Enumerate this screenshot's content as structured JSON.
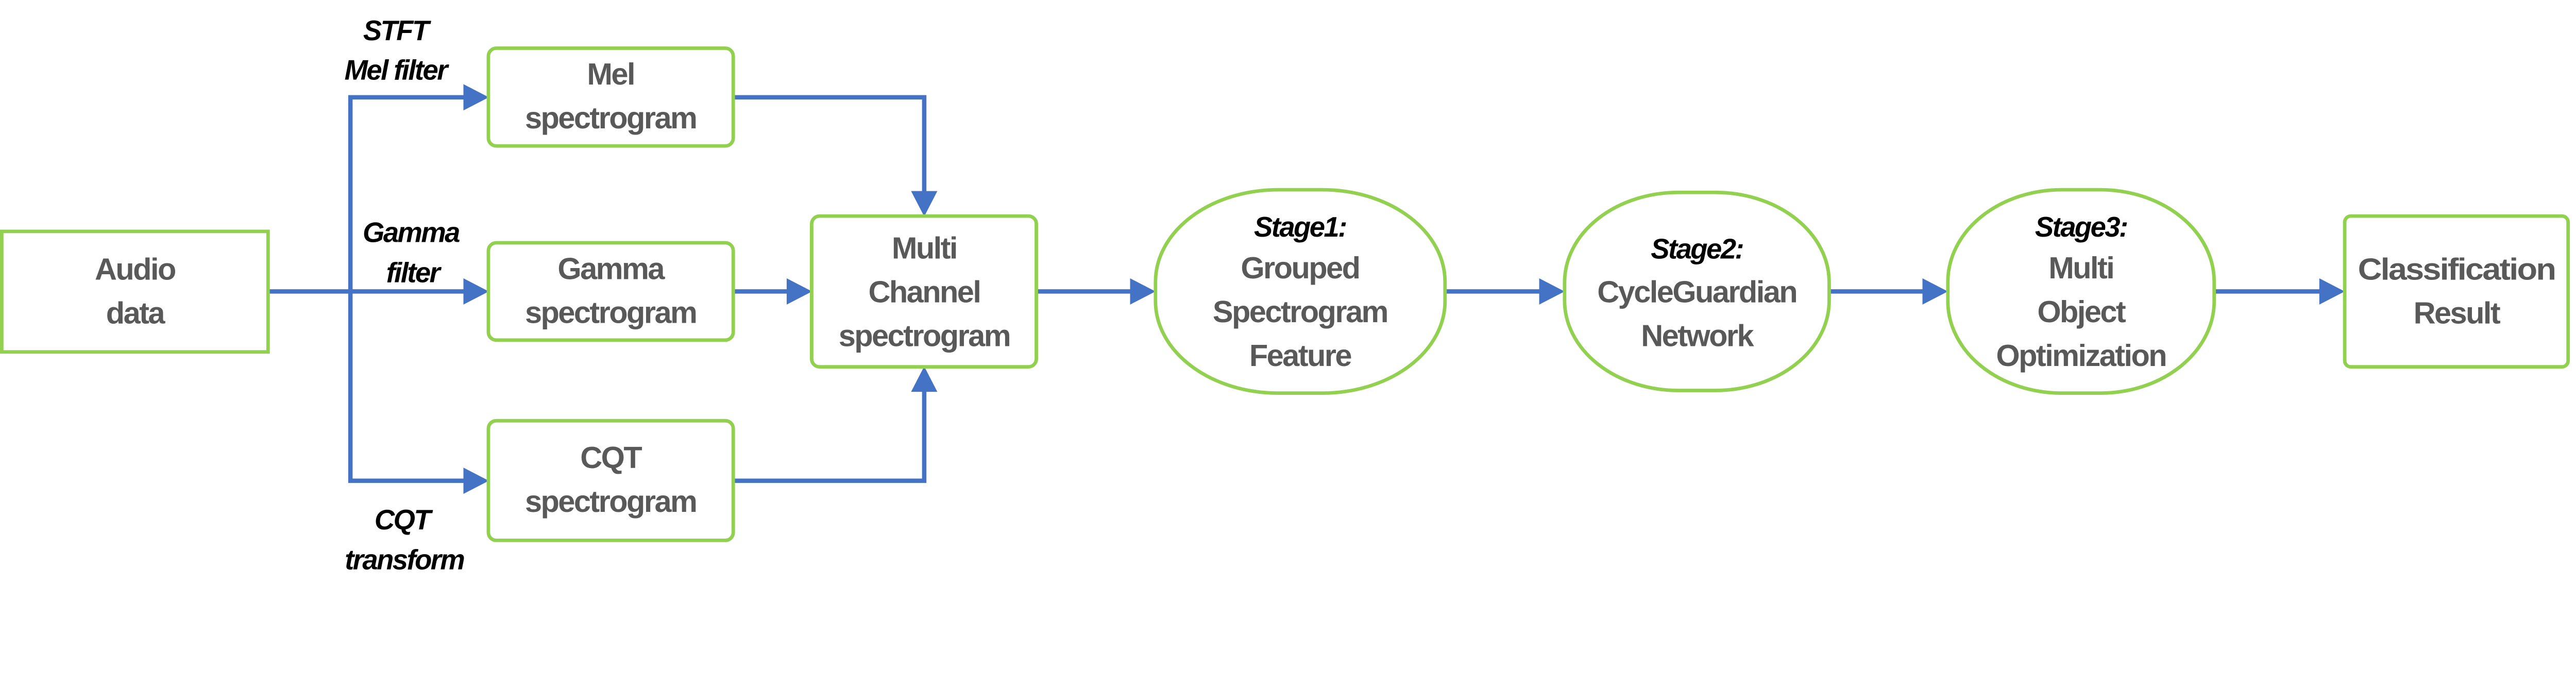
{
  "colors": {
    "box_border": "#92D050",
    "arrow": "#4472C4",
    "node_text": "#595959",
    "label_text": "#000000"
  },
  "nodes": {
    "audio": {
      "lines": [
        "Audio",
        "data"
      ]
    },
    "mel": {
      "lines": [
        "Mel",
        "spectrogram"
      ]
    },
    "gamma": {
      "lines": [
        "Gamma",
        "spectrogram"
      ]
    },
    "cqt": {
      "lines": [
        "CQT",
        "spectrogram"
      ]
    },
    "multi_channel": {
      "lines": [
        "Multi",
        "Channel",
        "spectrogram"
      ]
    },
    "stage1": {
      "stage": "Stage1:",
      "lines": [
        "Grouped",
        "Spectrogram",
        "Feature"
      ]
    },
    "stage2": {
      "stage": "Stage2:",
      "lines": [
        "CycleGuardian",
        "Network"
      ]
    },
    "stage3": {
      "stage": "Stage3:",
      "lines": [
        "Multi",
        "Object",
        "Optimization"
      ]
    },
    "result": {
      "lines": [
        "Classification",
        "Result"
      ]
    }
  },
  "edge_labels": {
    "mel": [
      "STFT",
      "Mel filter"
    ],
    "gamma": [
      "Gamma",
      "filter"
    ],
    "cqt": [
      "CQT",
      "transform"
    ]
  }
}
